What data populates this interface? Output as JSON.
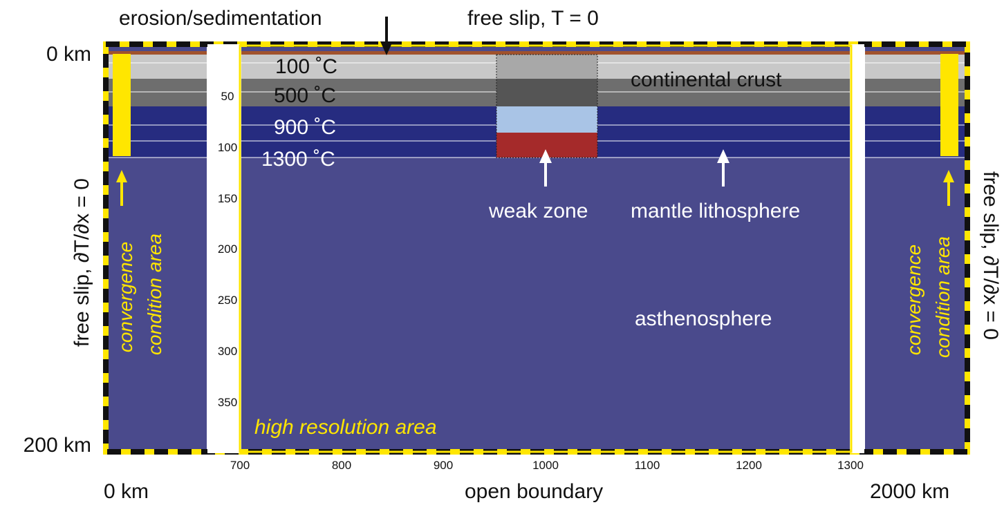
{
  "top": {
    "erosion_label": "erosion/sedimentation",
    "top_boundary_label": "free slip, T = 0"
  },
  "left": {
    "depth_top_label": "0 km",
    "depth_bottom_label": "200 km",
    "side_boundary_label": "free slip, ∂T/∂x = 0",
    "convergence_line1": "convergence",
    "convergence_line2": "condition area"
  },
  "right": {
    "side_boundary_label": "free slip, ∂T/∂x = 0",
    "convergence_line1": "convergence",
    "convergence_line2": "condition area"
  },
  "bottom": {
    "left_distance_label": "0 km",
    "right_distance_label": "2000 km",
    "bottom_boundary_label": "open boundary",
    "x_ticks": [
      "700",
      "800",
      "900",
      "1000",
      "1100",
      "1200",
      "1300"
    ]
  },
  "inner_axis": {
    "depth_ticks": [
      "50",
      "100",
      "150",
      "200",
      "250",
      "300",
      "350"
    ]
  },
  "isotherms": [
    "100 ˚C",
    "500 ˚C",
    "900 ˚C",
    "1300 ˚C"
  ],
  "layers": {
    "continental_crust": "continental crust",
    "weak_zone": "weak zone",
    "mantle_lithosphere": "mantle lithosphere",
    "asthenosphere": "asthenosphere",
    "high_resolution_area": "high resolution area"
  },
  "colors": {
    "asthenosphere": "#4a4a8c",
    "mantle_lithosphere": "#262c80",
    "upper_crust": "#c8c8c8",
    "lower_crust": "#6e6e6e",
    "sediment": "#a0522d",
    "weak_zone_red": "#a52a2a",
    "weak_zone_light": "#a9c4e6",
    "yellow": "#ffe600"
  }
}
